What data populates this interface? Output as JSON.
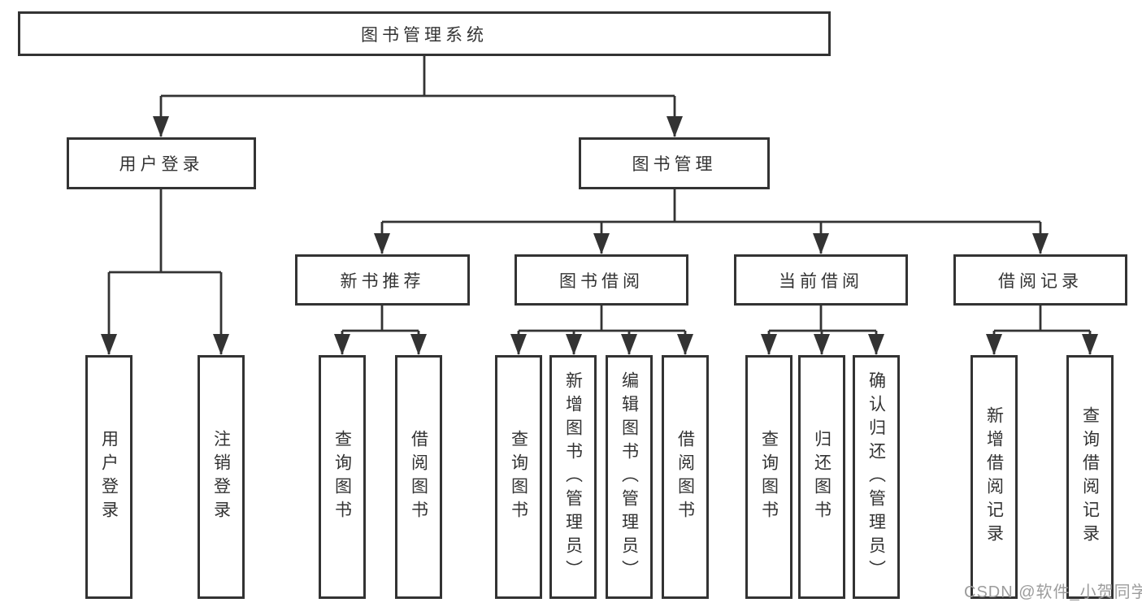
{
  "colors": {
    "background": "#ffffff",
    "line": "#333333",
    "box_border": "#333333",
    "text": "#333333",
    "watermark": "#9c9c9c"
  },
  "diagram": {
    "root": "图书管理系统",
    "level2": {
      "user_login": "用户登录",
      "book_management": "图书管理"
    },
    "level3": {
      "new_book_recommend": "新书推荐",
      "book_borrow": "图书借阅",
      "current_borrow": "当前借阅",
      "borrow_records": "借阅记录"
    },
    "leaves": {
      "user_login": [
        "用户登录",
        "注销登录"
      ],
      "new_book_recommend": [
        "查询图书",
        "借阅图书"
      ],
      "book_borrow": [
        "查询图书",
        "新增图书（管理员）",
        "编辑图书（管理员）",
        "借阅图书"
      ],
      "current_borrow": [
        "查询图书",
        "归还图书",
        "确认归还（管理员）"
      ],
      "borrow_records": [
        "新增借阅记录",
        "查询借阅记录"
      ]
    }
  },
  "watermark": "CSDN @软件_小贺同学"
}
